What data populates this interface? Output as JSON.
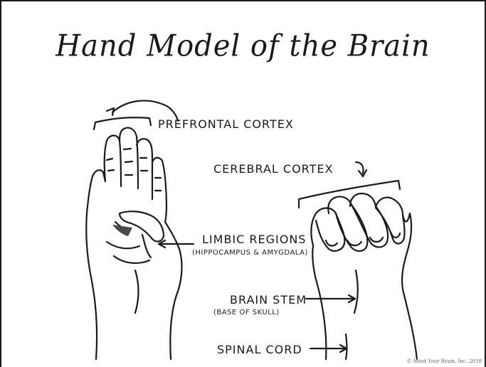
{
  "title": "Hand Model of the Brain",
  "labels": {
    "prefrontal_cortex": "PREFRONTAL CORTEX",
    "cerebral_cortex": "CEREBRAL CORTEX",
    "limbic_regions": "LIMBIC REGIONS",
    "limbic_sub": "(HIPPOCAMPUS & AMYGDALA)",
    "brain_stem": "BRAIN STEM",
    "brain_stem_sub": "(BASE OF SKULL)",
    "spinal_cord": "SPINAL CORD"
  },
  "copyright": "© Mind Your Brain, Inc. 2018"
}
